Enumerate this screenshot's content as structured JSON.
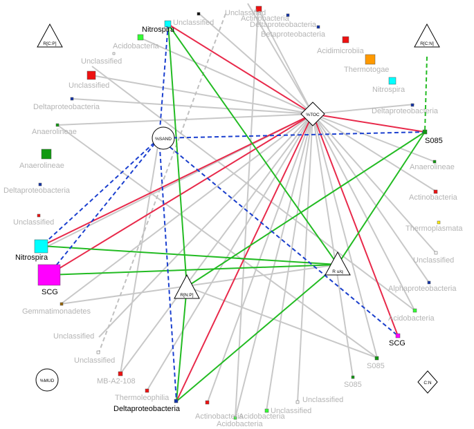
{
  "network": {
    "env_nodes": {
      "toc": "%TOC",
      "sand": "%SAND",
      "mud": "%MUD",
      "rcp": "R[C:P]",
      "rcn": "R[C:N]",
      "rnp": "R[N:P]",
      "ruq": "R u/q",
      "cn": "C:N"
    },
    "labels": {
      "nitrospira_top": "Nitrospira",
      "unclassified_top1": "Unclassified",
      "unclassified_top2": "Unclassified",
      "actinobacteria_top": "Actinobacteria",
      "deltaproteobacteria_top": "Deltaproteobacteria",
      "betaproteobacteria": "Betaproteobacteria",
      "acidobacteria_top": "Acidobacteria",
      "acidimicrobiia": "Acidimicrobiia",
      "unclassified_left1": "Unclassified",
      "thermotogae": "Thermotogae",
      "unclassified_left2": "Unclassified",
      "nitrospira_right": "Nitrospira",
      "deltaproteobacteria_left1": "Deltaproteobacteria",
      "deltaproteobacteria_right": "Deltaproteobacteria",
      "anaerolineae_left1": "Anaerolineae",
      "s085_right": "S085",
      "anaerolineae_left2": "Anaerolineae",
      "anaerolineae_right": "Anaerolineae",
      "deltaproteobacteria_left2": "Deltaproteobacteria",
      "actinobacteria_right": "Actinobacteria",
      "unclassified_left3": "Unclassified",
      "thermoplasmata": "Thermoplasmata",
      "nitrospira_left": "Nitrospira",
      "unclassified_right": "Unclassified",
      "scg_left": "SCG",
      "alphaproteobacteria": "Alphaproteobacteria",
      "gemmatimonadetes": "Gemmatimonadetes",
      "acidobacteria_right": "Acidobacteria",
      "unclassified_bl1": "Unclassified",
      "scg_right": "SCG",
      "unclassified_bl2": "Unclassified",
      "s085_bottom1": "S085",
      "mb_a2_108": "MB-A2-108",
      "s085_bottom2": "S085",
      "thermoleophilia": "Thermoleophilia",
      "unclassified_bottom": "Unclassified",
      "deltaproteobacteria_bottom": "Deltaproteobacteria",
      "actinobacteria_bottom": "Actinobacteria",
      "acidobacteria_bottom1": "Acidobacteria",
      "unclassified_bottom2": "Unclassified",
      "acidobacteria_bottom2": "Acidobacteria"
    },
    "colors": {
      "gray_edge": "#c8c8c8",
      "red_edge": "#e8294a",
      "green_edge": "#22bb22",
      "blue_dashed": "#1a3fcf",
      "green_dashed": "#22bb22",
      "gray_dashed": "#c0c0c0",
      "cyan": "#00ffff",
      "magenta": "#ff00ff",
      "node_red": "#ee1111",
      "node_green": "#119911",
      "node_orange": "#ff9900",
      "node_blue": "#1133aa",
      "node_lime": "#33ff33",
      "node_yellow": "#ffee00",
      "node_brown": "#996600"
    }
  }
}
